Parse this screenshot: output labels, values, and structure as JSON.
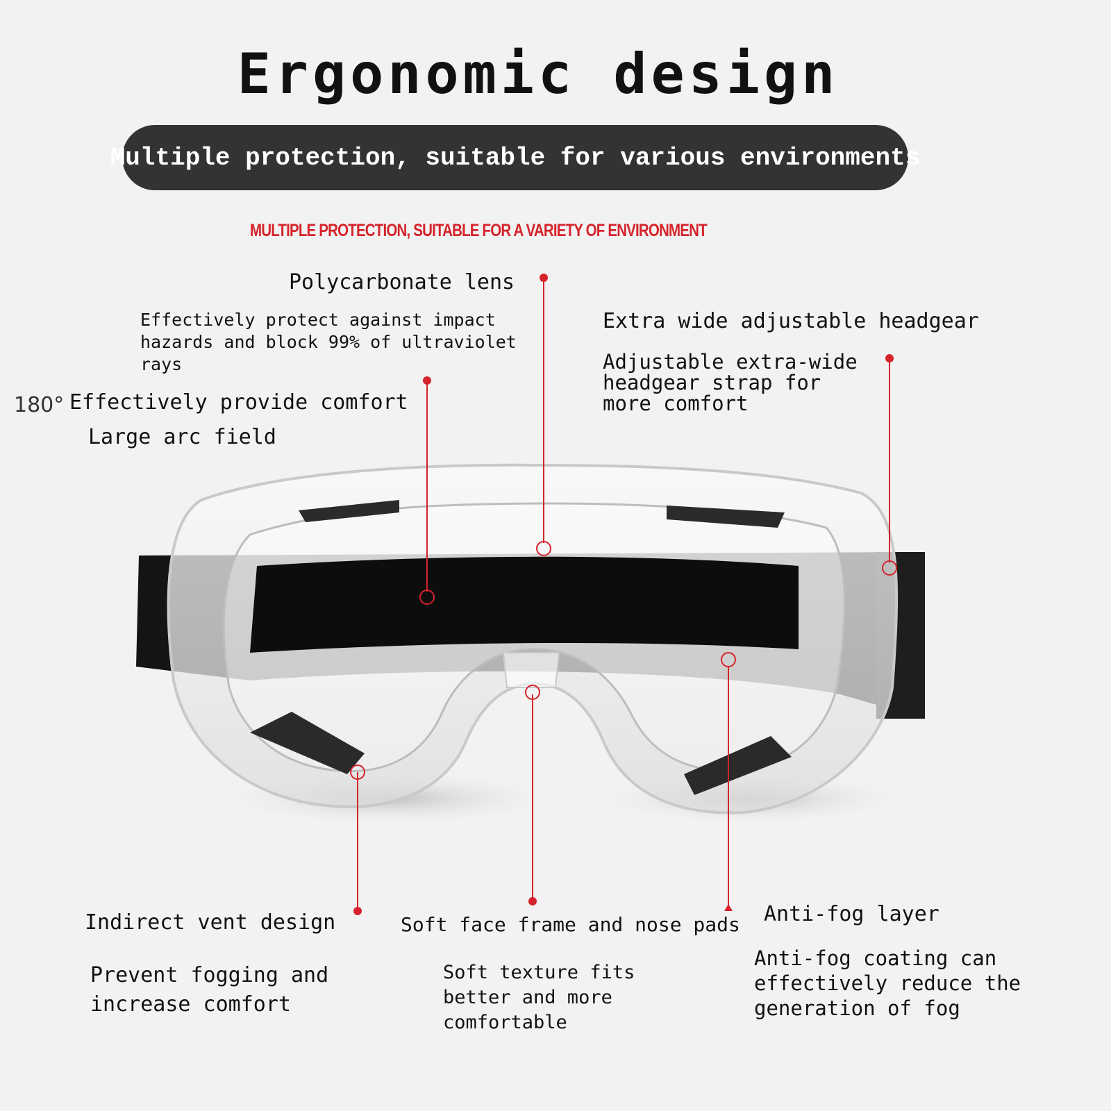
{
  "title": "Ergonomic design",
  "banner": "Multiple protection, suitable for various environments",
  "red_subtitle": "MULTIPLE PROTECTION, SUITABLE FOR A VARIETY OF ENVIRONMENT",
  "features": {
    "lens": {
      "label": "Polycarbonate lens",
      "desc_lines": [
        "Effectively protect against impact",
        "hazards and block 99% of ultraviolet",
        "rays"
      ]
    },
    "field": {
      "degree": "180°",
      "label": "Effectively provide comfort",
      "sub": "Large arc field"
    },
    "headgear": {
      "label": "Extra wide adjustable headgear",
      "desc_lines": [
        "Adjustable extra-wide",
        "headgear strap for",
        "more comfort"
      ]
    },
    "vent": {
      "label": "Indirect vent design",
      "desc_lines": [
        "Prevent fogging and",
        "increase comfort"
      ]
    },
    "face_frame": {
      "label": "Soft face frame and nose pads",
      "desc_lines": [
        "Soft texture fits",
        "better and more",
        "comfortable"
      ]
    },
    "antifog": {
      "label": "Anti-fog layer",
      "desc_lines": [
        "Anti-fog coating can",
        "effectively reduce the",
        "generation of fog"
      ]
    }
  },
  "colors": {
    "background": "#f2f2f2",
    "banner": "#333333",
    "accent_red": "#d6232b",
    "strap": "#111111"
  }
}
